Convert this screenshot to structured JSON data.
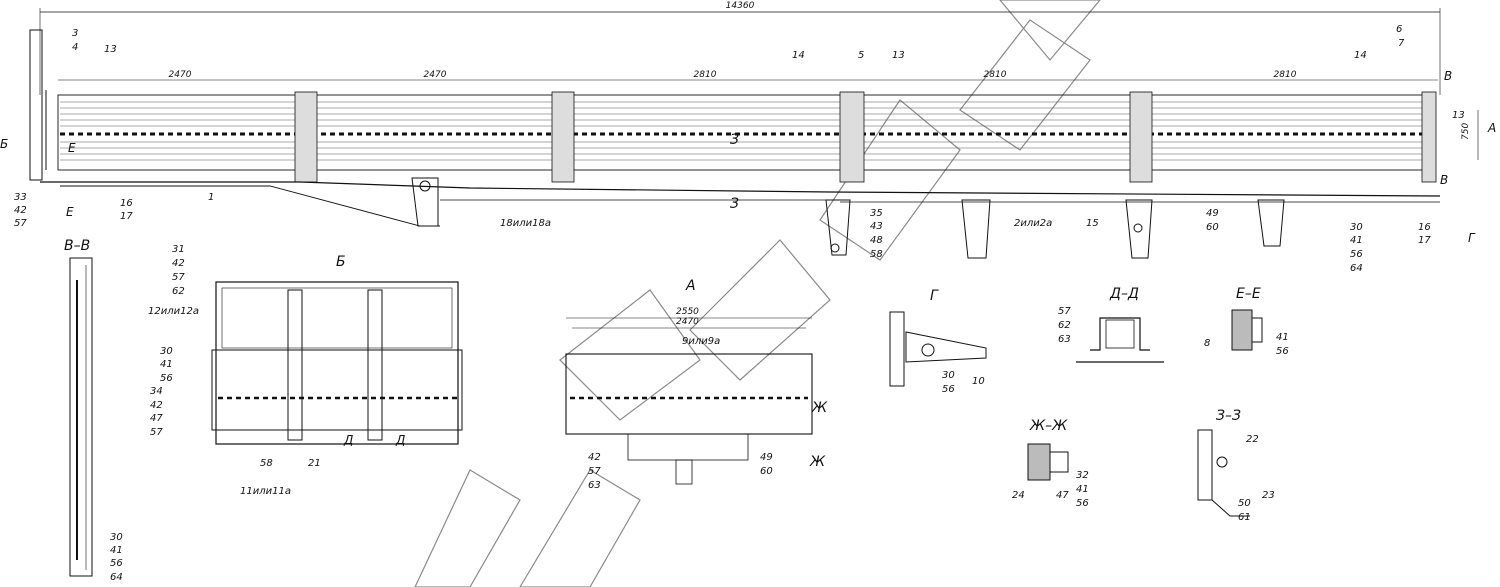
{
  "dimensions": {
    "overall": "14360",
    "height": "750",
    "panels": [
      "2470",
      "2470",
      "2810",
      "2810",
      "2810"
    ],
    "detail_a_width_outer": "2550",
    "detail_a_width_inner": "2470"
  },
  "section_labels": {
    "b": "Б",
    "v": "В",
    "a": "А",
    "e": "Е",
    "z": "З",
    "g": "Г",
    "zh": "Ж",
    "d": "Д"
  },
  "view_titles": {
    "vv": "В–В",
    "b": "Б",
    "a": "А",
    "g": "Г",
    "dd": "Д–Д",
    "ee": "Е–Е",
    "zhzh": "Ж–Ж",
    "zz": "З–З"
  },
  "callouts": {
    "c3": "3",
    "c4": "4",
    "c13": "13",
    "c14": "14",
    "c5": "5",
    "c6": "6",
    "c7": "7",
    "c33": "33",
    "c42": "42",
    "c57": "57",
    "c16": "16",
    "c17": "17",
    "c1": "1",
    "c18": "18или18а",
    "c35": "35",
    "c43": "43",
    "c48": "48",
    "c58": "58",
    "c2": "2или2а",
    "c15": "15",
    "c49": "49",
    "c60": "60",
    "c30": "30",
    "c41": "41",
    "c56": "56",
    "c64": "64",
    "c31": "31",
    "c62": "62",
    "c12": "12или12а",
    "c34": "34",
    "c47": "47",
    "c21": "21",
    "c11": "11или11а",
    "c9": "9или9а",
    "c63": "63",
    "c10": "10",
    "c8": "8",
    "c24": "24",
    "c32": "32",
    "c22": "22",
    "c23": "23",
    "c50": "50",
    "c61": "61"
  }
}
